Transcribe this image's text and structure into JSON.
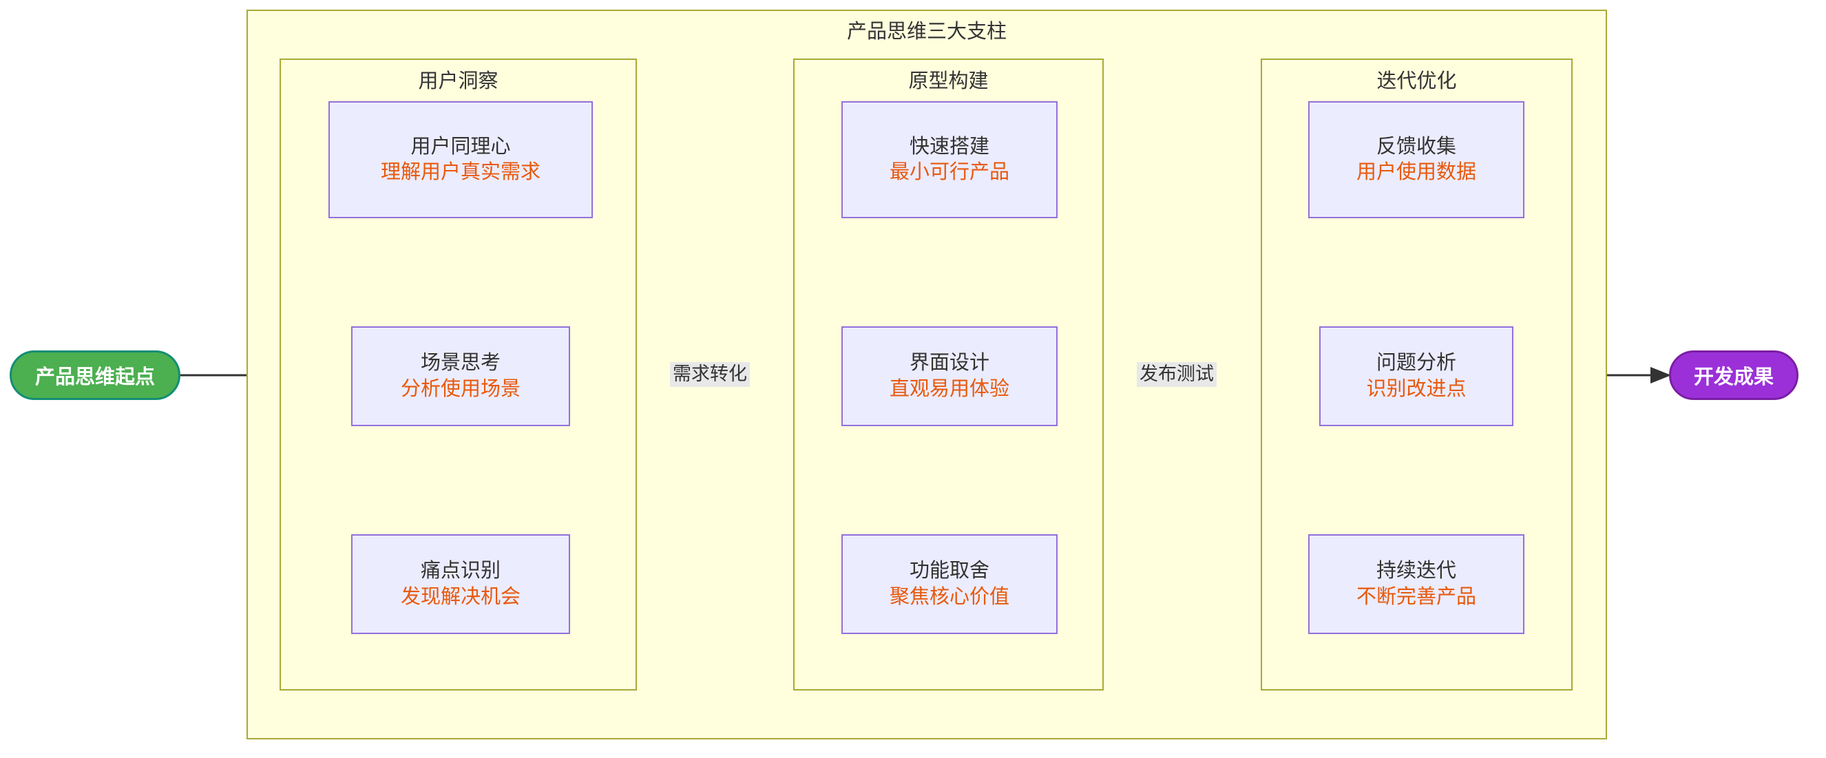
{
  "diagram": {
    "type": "flowchart",
    "direction": "left-to-right",
    "outer_cluster": {
      "title": "产品思维三大支柱",
      "fill": "#ffffde",
      "stroke": "#aaaa33"
    },
    "start_node": {
      "label": "产品思维起点",
      "fill": "#4caf50",
      "stroke": "#138d75",
      "text_color": "#ffffff",
      "shape": "stadium"
    },
    "end_node": {
      "label": "开发成果",
      "fill": "#9b30d9",
      "stroke": "#7b1fa2",
      "text_color": "#ffffff",
      "shape": "stadium"
    },
    "node_style": {
      "fill": "#ececff",
      "stroke": "#9370db",
      "title_color": "#333333",
      "sub_color": "#e8590c"
    },
    "edge_label_style": {
      "fill": "#e8e8e8",
      "text_color": "#333333"
    },
    "subgraphs": [
      {
        "id": "user-insight",
        "title": "用户洞察",
        "nodes": [
          {
            "id": "empathy",
            "title": "用户同理心",
            "sub": "理解用户真实需求"
          },
          {
            "id": "scenario",
            "title": "场景思考",
            "sub": "分析使用场景"
          },
          {
            "id": "painpoint",
            "title": "痛点识别",
            "sub": "发现解决机会"
          }
        ]
      },
      {
        "id": "prototype-build",
        "title": "原型构建",
        "nodes": [
          {
            "id": "rapid-build",
            "title": "快速搭建",
            "sub": "最小可行产品"
          },
          {
            "id": "ui-design",
            "title": "界面设计",
            "sub": "直观易用体验"
          },
          {
            "id": "feature-tradeoff",
            "title": "功能取舍",
            "sub": "聚焦核心价值"
          }
        ]
      },
      {
        "id": "iterate-optimize",
        "title": "迭代优化",
        "nodes": [
          {
            "id": "feedback",
            "title": "反馈收集",
            "sub": "用户使用数据"
          },
          {
            "id": "problem-analysis",
            "title": "问题分析",
            "sub": "识别改进点"
          },
          {
            "id": "continuous-iteration",
            "title": "持续迭代",
            "sub": "不断完善产品"
          }
        ]
      }
    ],
    "edge_labels": [
      {
        "id": "demand-conversion",
        "label": "需求转化"
      },
      {
        "id": "release-test",
        "label": "发布测试"
      }
    ]
  }
}
